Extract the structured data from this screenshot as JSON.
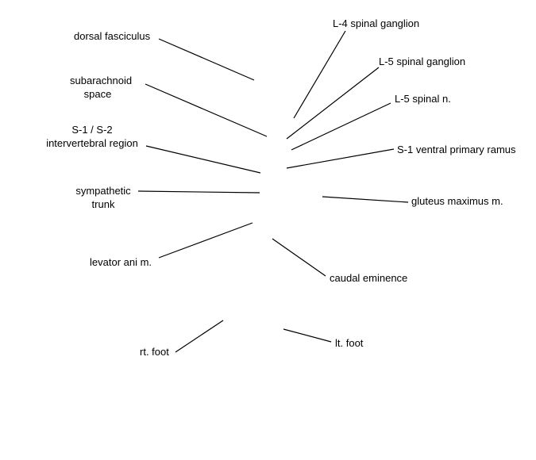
{
  "labels": {
    "dorsal_fasciculus": "dorsal fasciculus",
    "subarachnoid_space_line1": "subarachnoid",
    "subarachnoid_space_line2": "space",
    "s1_s2_line1": "S-1 / S-2",
    "s1_s2_line2": "intervertebral region",
    "sympathetic_trunk_line1": "sympathetic",
    "sympathetic_trunk_line2": "trunk",
    "levator_ani": "levator ani m.",
    "rt_foot": "rt. foot",
    "l4_spinal_ganglion": "L-4 spinal ganglion",
    "l5_spinal_ganglion": "L-5 spinal ganglion",
    "l5_spinal_nerve": "L-5 spinal n.",
    "s1_ventral_primary_ramus": "S-1 ventral primary ramus",
    "gluteus_maximus": "gluteus maximus m.",
    "caudal_eminence": "caudal eminence",
    "lt_foot": "lt. foot"
  },
  "colors": {
    "background": "#ffffff",
    "text": "#000000",
    "leader_line": "#000000"
  }
}
